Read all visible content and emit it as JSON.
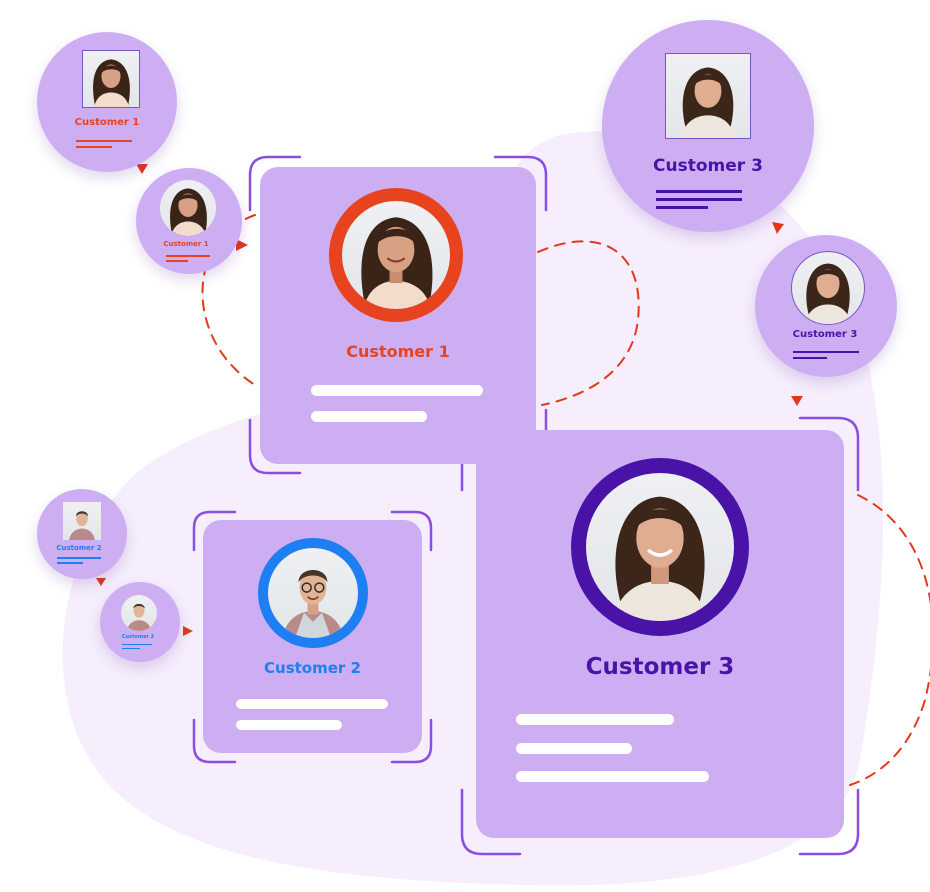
{
  "cards": {
    "c1": {
      "label": "Customer 1",
      "color": "#e8431f"
    },
    "c2": {
      "label": "Customer 2",
      "color": "#1e7ff2"
    },
    "c3": {
      "label": "Customer 3",
      "color": "#4a13a8"
    }
  },
  "bubbles": {
    "b1a": {
      "label": "Customer 1"
    },
    "b1b": {
      "label": "Customer 1"
    },
    "b2a": {
      "label": "Customer 2"
    },
    "b2b": {
      "label": "Customer 2"
    },
    "b3a": {
      "label": "Customer 3"
    },
    "b3b": {
      "label": "Customer 3"
    }
  },
  "palette": {
    "card": "#cdaef3",
    "blob": "#f5eefc",
    "bracket": "#8a4fe0",
    "connector": "#e03a1a"
  },
  "icons": [
    "woman-curly-hair-avatar",
    "man-glasses-avatar",
    "woman-smiling-avatar"
  ]
}
